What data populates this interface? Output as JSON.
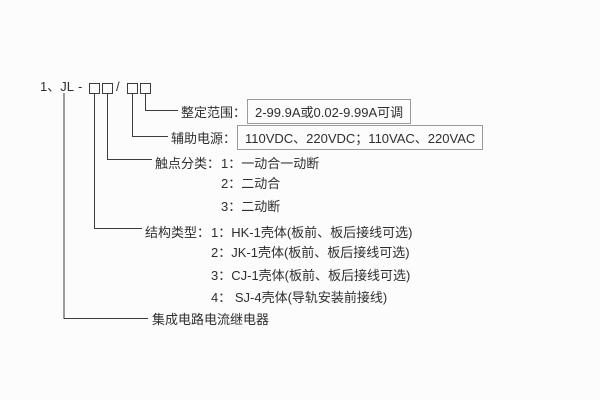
{
  "model": {
    "prefix": "1、JL",
    "dash": "-",
    "slash": "/"
  },
  "branches": {
    "setting_range": {
      "label": "整定范围：",
      "value": "2-99.9A或0.02-9.99A可调"
    },
    "aux_power": {
      "label": "辅助电源：",
      "value": "110VDC、220VDC；110VAC、220VAC"
    },
    "contact_type": {
      "label": "触点分类：",
      "options": [
        "1：一动合一动断",
        "2：二动合",
        "3：二动断"
      ]
    },
    "structure_type": {
      "label": "结构类型：",
      "options": [
        "1：HK-1壳体(板前、板后接线可选)",
        "2：JK-1壳体(板前、板后接线可选)",
        "3：CJ-1壳体(板前、板后接线可选)",
        "4： SJ-4壳体(导轨安装前接线)"
      ]
    },
    "product_name": "集成电路电流继电器"
  }
}
